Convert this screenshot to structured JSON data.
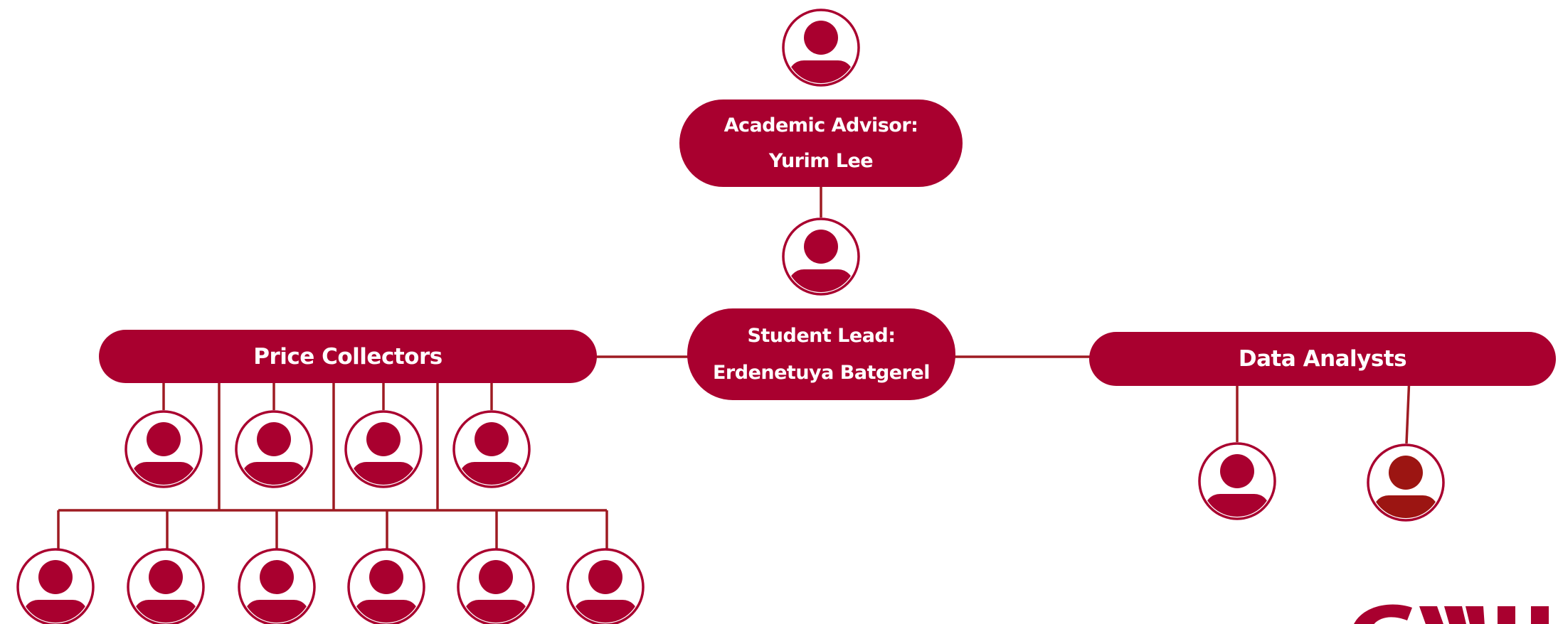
{
  "advisor": {
    "role": "Academic Advisor:",
    "name": "Yurim Lee"
  },
  "lead": {
    "role": "Student Lead:",
    "name": "Erdenetuya Batgerel"
  },
  "price_collectors": {
    "label": "Price Collectors",
    "upper_member_count": 4,
    "lower_member_count": 6
  },
  "data_analysts": {
    "label": "Data Analysts",
    "member_count": 2
  },
  "colors": {
    "primary": "#a9002f",
    "connector": "#9e1b22",
    "highlight_avatar": "#9c1512",
    "background": "#ffffff"
  },
  "icons": {
    "person": "person-avatar-icon",
    "logo": "university-logo"
  }
}
